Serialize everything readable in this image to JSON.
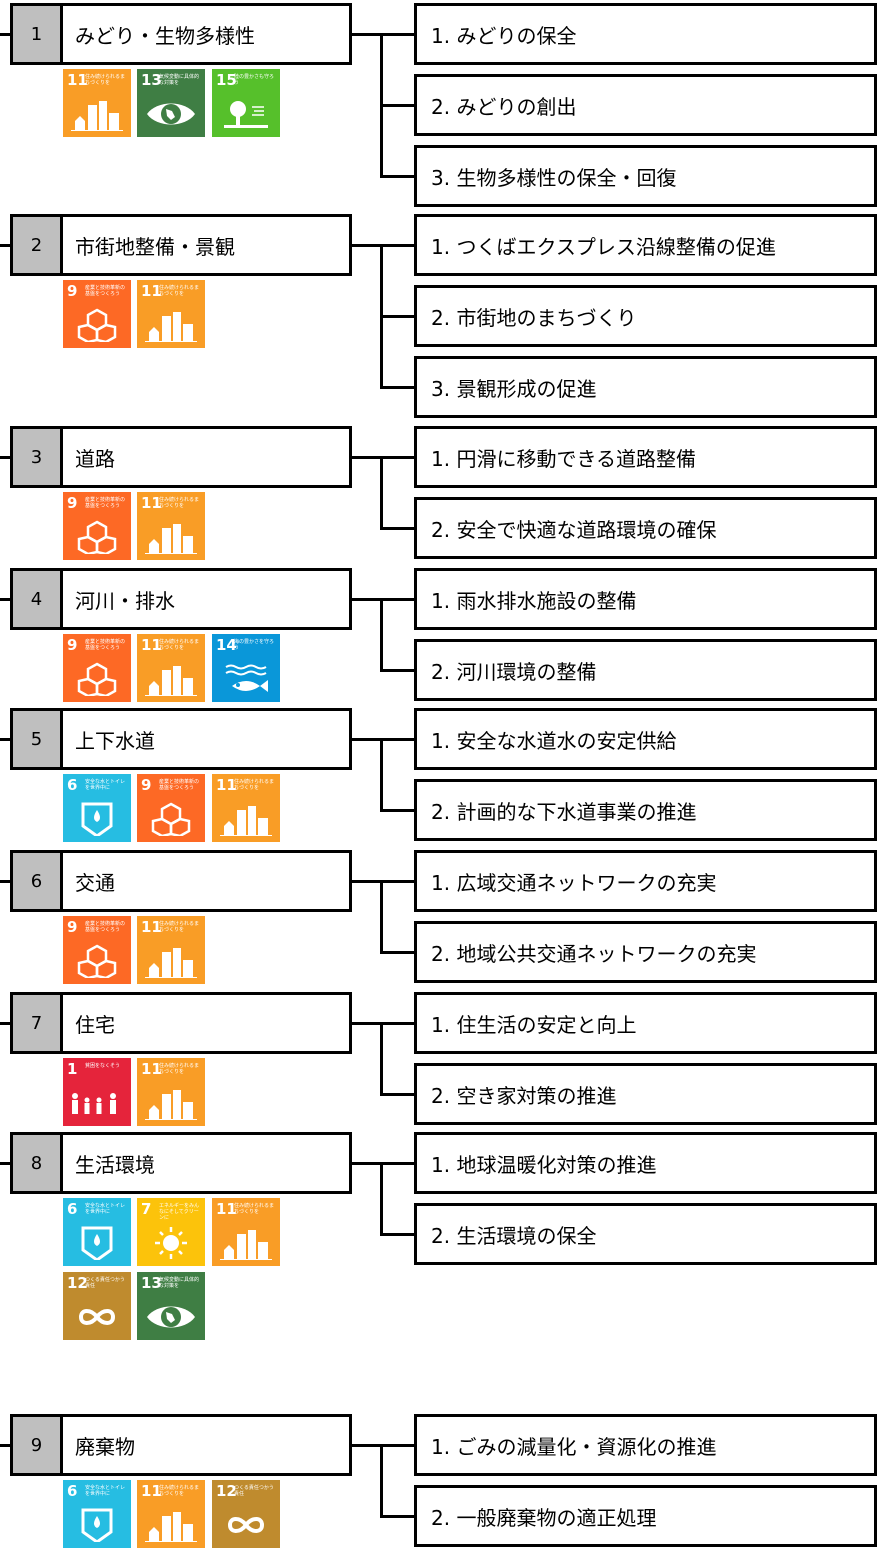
{
  "categories": [
    {
      "num": "1",
      "title": "みどり・生物多様性",
      "policies": [
        "1. みどりの保全",
        "2. みどりの創出",
        "3. 生物多様性の保全・回復"
      ],
      "sdg_rows": [
        [
          {
            "num": "11",
            "text": "住み続けられるまちづくりを",
            "color": "#f99d26",
            "icon": "city-icon"
          },
          {
            "num": "13",
            "text": "気候変動に具体的な対策を",
            "color": "#3f7e44",
            "icon": "earth-eye-icon"
          },
          {
            "num": "15",
            "text": "陸の豊かさも守ろう",
            "color": "#56c02b",
            "icon": "tree-icon"
          }
        ]
      ]
    },
    {
      "num": "2",
      "title": "市街地整備・景観",
      "policies": [
        "1. つくばエクスプレス沿線整備の促進",
        "2. 市街地のまちづくり",
        "3. 景観形成の促進"
      ],
      "sdg_rows": [
        [
          {
            "num": "9",
            "text": "産業と技術革新の基盤をつくろう",
            "color": "#fd6925",
            "icon": "cubes-icon"
          },
          {
            "num": "11",
            "text": "住み続けられるまちづくりを",
            "color": "#f99d26",
            "icon": "city-icon"
          }
        ]
      ]
    },
    {
      "num": "3",
      "title": "道路",
      "policies": [
        "1. 円滑に移動できる道路整備",
        "2. 安全で快適な道路環境の確保"
      ],
      "sdg_rows": [
        [
          {
            "num": "9",
            "text": "産業と技術革新の基盤をつくろう",
            "color": "#fd6925",
            "icon": "cubes-icon"
          },
          {
            "num": "11",
            "text": "住み続けられるまちづくりを",
            "color": "#f99d26",
            "icon": "city-icon"
          }
        ]
      ]
    },
    {
      "num": "4",
      "title": "河川・排水",
      "policies": [
        "1. 雨水排水施設の整備",
        "2. 河川環境の整備"
      ],
      "sdg_rows": [
        [
          {
            "num": "9",
            "text": "産業と技術革新の基盤をつくろう",
            "color": "#fd6925",
            "icon": "cubes-icon"
          },
          {
            "num": "11",
            "text": "住み続けられるまちづくりを",
            "color": "#f99d26",
            "icon": "city-icon"
          },
          {
            "num": "14",
            "text": "海の豊かさを守ろう",
            "color": "#0a97d9",
            "icon": "fish-icon"
          }
        ]
      ]
    },
    {
      "num": "5",
      "title": "上下水道",
      "policies": [
        "1. 安全な水道水の安定供給",
        "2. 計画的な下水道事業の推進"
      ],
      "sdg_rows": [
        [
          {
            "num": "6",
            "text": "安全な水とトイレを世界中に",
            "color": "#26bde2",
            "icon": "water-icon"
          },
          {
            "num": "9",
            "text": "産業と技術革新の基盤をつくろう",
            "color": "#fd6925",
            "icon": "cubes-icon"
          },
          {
            "num": "11",
            "text": "住み続けられるまちづくりを",
            "color": "#f99d26",
            "icon": "city-icon"
          }
        ]
      ]
    },
    {
      "num": "6",
      "title": "交通",
      "policies": [
        "1. 広域交通ネットワークの充実",
        "2. 地域公共交通ネットワークの充実"
      ],
      "sdg_rows": [
        [
          {
            "num": "9",
            "text": "産業と技術革新の基盤をつくろう",
            "color": "#fd6925",
            "icon": "cubes-icon"
          },
          {
            "num": "11",
            "text": "住み続けられるまちづくりを",
            "color": "#f99d26",
            "icon": "city-icon"
          }
        ]
      ]
    },
    {
      "num": "7",
      "title": "住宅",
      "policies": [
        "1. 住生活の安定と向上",
        "2. 空き家対策の推進"
      ],
      "sdg_rows": [
        [
          {
            "num": "1",
            "text": "貧困をなくそう",
            "color": "#e5243b",
            "icon": "family-icon"
          },
          {
            "num": "11",
            "text": "住み続けられるまちづくりを",
            "color": "#f99d26",
            "icon": "city-icon"
          }
        ]
      ]
    },
    {
      "num": "8",
      "title": "生活環境",
      "policies": [
        "1. 地球温暖化対策の推進",
        "2. 生活環境の保全"
      ],
      "sdg_rows": [
        [
          {
            "num": "6",
            "text": "安全な水とトイレを世界中に",
            "color": "#26bde2",
            "icon": "water-icon"
          },
          {
            "num": "7",
            "text": "エネルギーをみんなにそしてクリーンに",
            "color": "#fcc30b",
            "icon": "sun-icon"
          },
          {
            "num": "11",
            "text": "住み続けられるまちづくりを",
            "color": "#f99d26",
            "icon": "city-icon"
          }
        ],
        [
          {
            "num": "12",
            "text": "つくる責任つかう責任",
            "color": "#bf8b2e",
            "icon": "infinity-icon"
          },
          {
            "num": "13",
            "text": "気候変動に具体的な対策を",
            "color": "#3f7e44",
            "icon": "earth-eye-icon"
          }
        ]
      ]
    },
    {
      "num": "9",
      "title": "廃棄物",
      "policies": [
        "1. ごみの減量化・資源化の推進",
        "2. 一般廃棄物の適正処理"
      ],
      "sdg_rows": [
        [
          {
            "num": "6",
            "text": "安全な水とトイレを世界中に",
            "color": "#26bde2",
            "icon": "water-icon"
          },
          {
            "num": "11",
            "text": "住み続けられるまちづくりを",
            "color": "#f99d26",
            "icon": "city-icon"
          },
          {
            "num": "12",
            "text": "つくる責任つかう責任",
            "color": "#bf8b2e",
            "icon": "infinity-icon"
          }
        ]
      ]
    }
  ]
}
